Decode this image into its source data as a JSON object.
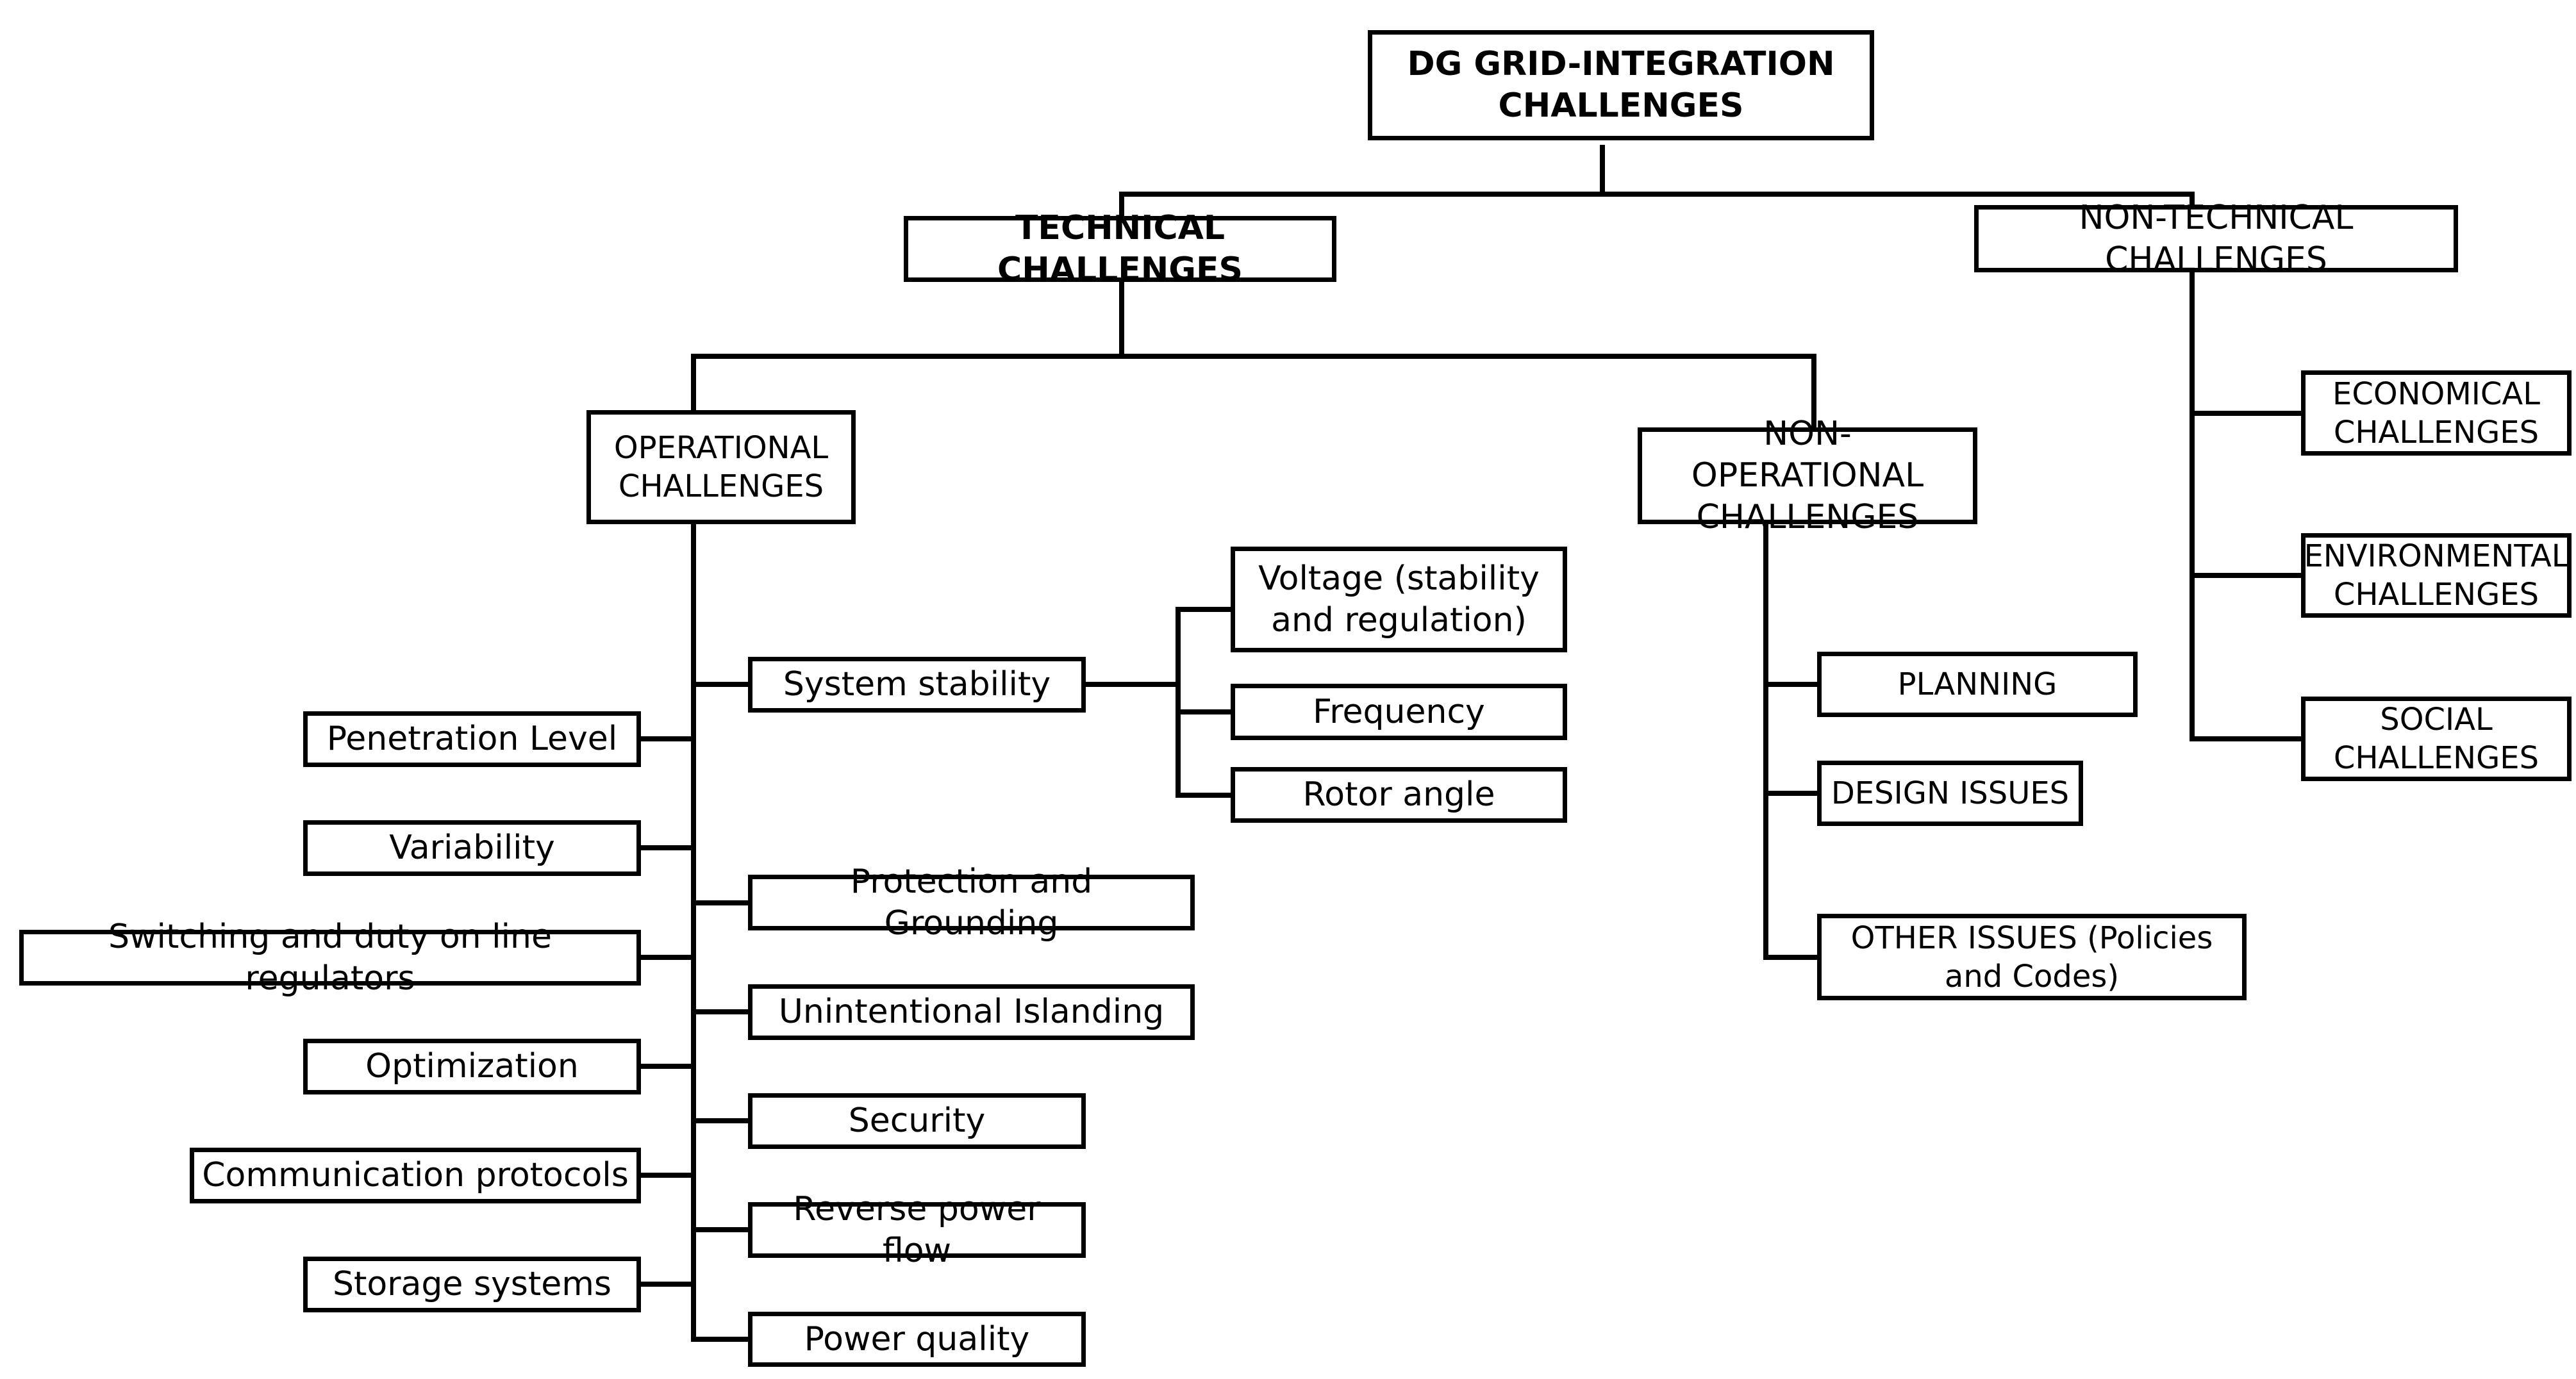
{
  "root": "DG GRID-INTEGRATION CHALLENGES",
  "technical": "TECHNICAL CHALLENGES",
  "non_technical": "NON-TECHNICAL CHALLENGES",
  "operational": "OPERATIONAL CHALLENGES",
  "non_operational": "NON-OPERATIONAL CHALLENGES",
  "non_technical_children": [
    "ECONOMICAL CHALLENGES",
    "ENVIRONMENTAL CHALLENGES",
    "SOCIAL CHALLENGES"
  ],
  "non_operational_children": [
    "PLANNING",
    "DESIGN ISSUES",
    "OTHER ISSUES (Policies and Codes)"
  ],
  "operational_left": [
    "Penetration Level",
    "Variability",
    "Switching and duty on line regulators",
    "Optimization",
    "Communication protocols",
    "Storage systems"
  ],
  "operational_right": [
    "System stability",
    "Protection and Grounding",
    "Unintentional Islanding",
    "Security",
    "Reverse power flow",
    "Power quality"
  ],
  "system_stability_children": [
    "Voltage (stability and regulation)",
    "Frequency",
    "Rotor angle"
  ]
}
